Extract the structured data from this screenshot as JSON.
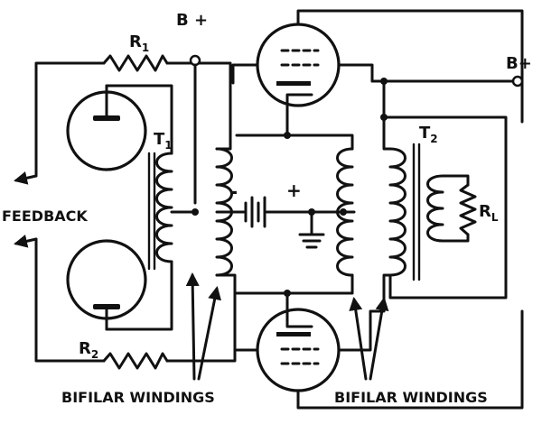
{
  "labels": {
    "r1": "R",
    "r1_sub": "1",
    "r2": "R",
    "r2_sub": "2",
    "bplus_left": "B +",
    "bplus_right": "B+",
    "t1": "T",
    "t1_sub": "1",
    "t2": "T",
    "t2_sub": "2",
    "rl": "R",
    "rl_sub": "L",
    "feedback": "FEEDBACK",
    "battery_minus": "-",
    "battery_plus": "+",
    "bifilar_left": "BIFILAR WINDINGS",
    "bifilar_right": "BIFILAR WINDINGS"
  },
  "icons": {
    "tube": "vacuum-tube-icon",
    "resistor": "resistor-icon",
    "coil": "coil-icon",
    "battery": "battery-icon",
    "ground": "ground-icon",
    "terminal": "terminal-icon",
    "arrow": "arrow-icon"
  }
}
